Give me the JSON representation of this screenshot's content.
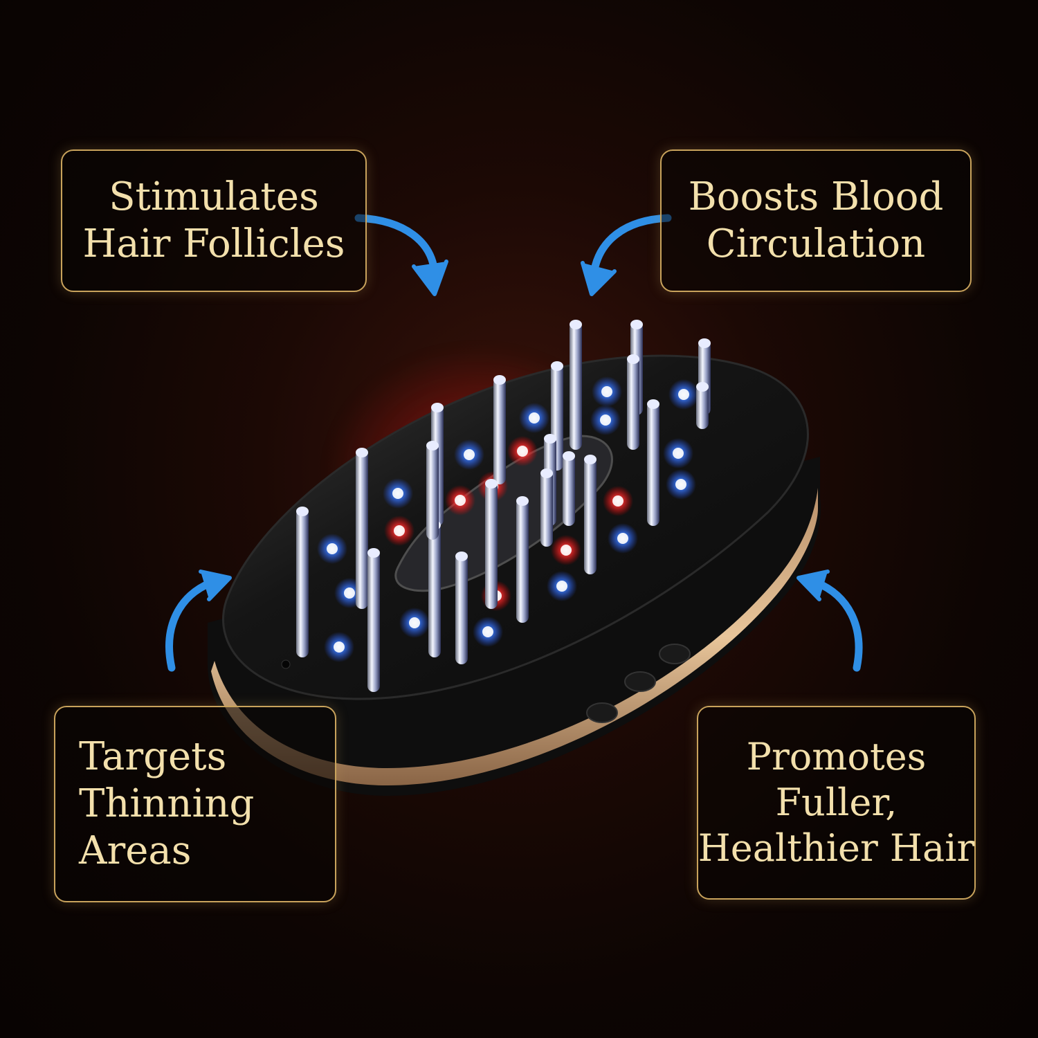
{
  "callouts": {
    "top_left": {
      "line1": "Stimulates",
      "line2": "Hair Follicles"
    },
    "top_right": {
      "line1": "Boosts Blood",
      "line2": "Circulation"
    },
    "bottom_left": {
      "line1": "Targets",
      "line2": "Thinning",
      "line3": "Areas"
    },
    "bottom_right": {
      "line1": "Promotes",
      "line2": "Fuller,",
      "line3": "Healthier Hair"
    }
  },
  "colors": {
    "frame_gold": "#c9a35c",
    "text_cream": "#f3e0ac",
    "arrow_blue": "#2f8fe6",
    "led_red": "#ff2b2b",
    "led_blue": "#3a7bff",
    "device_body": "#121212",
    "device_band": "#d9b389"
  },
  "icons": [
    "curved-arrow-icon",
    "red-led-icon",
    "blue-led-icon",
    "comb-pin-icon"
  ]
}
